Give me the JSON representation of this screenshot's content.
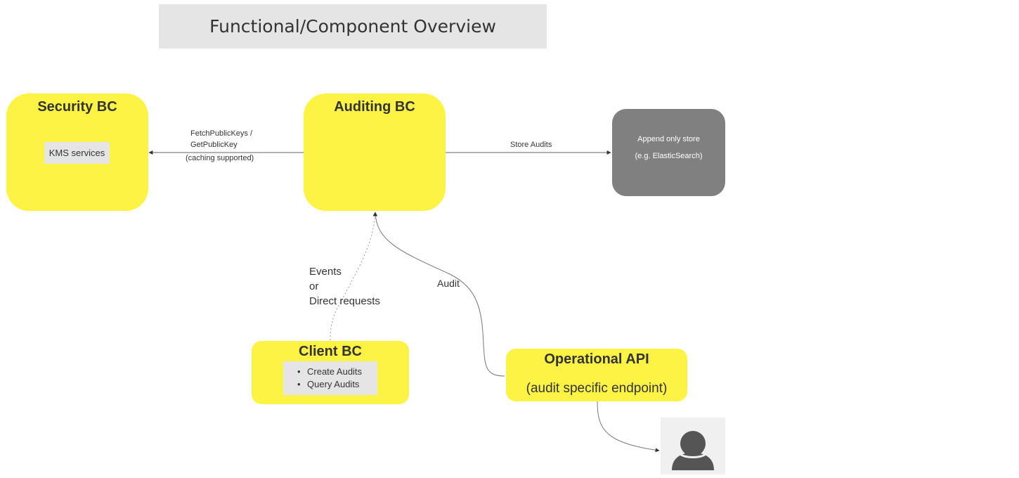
{
  "title": "Functional/Component Overview",
  "nodes": {
    "security_bc": {
      "title": "Security BC",
      "kms": "KMS services"
    },
    "auditing_bc": {
      "title": "Auditing BC"
    },
    "store": {
      "line1": "Append only store",
      "line2": "(e.g. ElasticSearch)"
    },
    "client_bc": {
      "title": "Client BC",
      "items": [
        "Create Audits",
        "Query Audits"
      ]
    },
    "operational_api": {
      "title": "Operational API",
      "subtitle": "(audit specific endpoint)"
    },
    "user": {
      "icon": "user-avatar-icon"
    }
  },
  "edges": {
    "fetch_keys": {
      "line1": "FetchPublicKeys /",
      "line2": "GetPublicKey",
      "line3": "(caching supported)"
    },
    "store_audits": {
      "label": "Store Audits"
    },
    "events": {
      "line1": "Events",
      "line2": "or",
      "line3": "Direct requests"
    },
    "audit": {
      "label": "Audit"
    }
  },
  "colors": {
    "bc_fill": "#fdf344",
    "store_fill": "#808080",
    "title_fill": "#e5e5e5",
    "text": "#333333"
  }
}
